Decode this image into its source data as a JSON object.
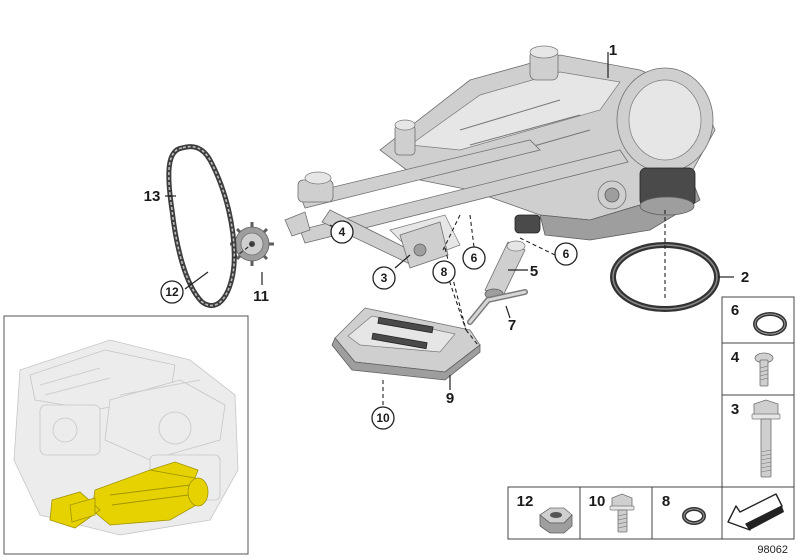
{
  "diagram": {
    "reference_number": "98062",
    "callouts": [
      {
        "id": "c1",
        "label": "1",
        "style": "plain"
      },
      {
        "id": "c2",
        "label": "2",
        "style": "plain"
      },
      {
        "id": "c3",
        "label": "3",
        "style": "circled"
      },
      {
        "id": "c4",
        "label": "4",
        "style": "circled"
      },
      {
        "id": "c5",
        "label": "5",
        "style": "plain"
      },
      {
        "id": "c6a",
        "label": "6",
        "style": "circled"
      },
      {
        "id": "c6b",
        "label": "6",
        "style": "circled"
      },
      {
        "id": "c7",
        "label": "7",
        "style": "plain"
      },
      {
        "id": "c8",
        "label": "8",
        "style": "circled"
      },
      {
        "id": "c9",
        "label": "9",
        "style": "plain"
      },
      {
        "id": "c10",
        "label": "10",
        "style": "circled"
      },
      {
        "id": "c11",
        "label": "11",
        "style": "plain"
      },
      {
        "id": "c12",
        "label": "12",
        "style": "circled"
      },
      {
        "id": "c13",
        "label": "13",
        "style": "plain"
      }
    ],
    "side_panels": [
      {
        "id": "p6",
        "label": "6",
        "part": "o-ring"
      },
      {
        "id": "p4",
        "label": "4",
        "part": "short-bolt"
      },
      {
        "id": "p3",
        "label": "3",
        "part": "long-bolt"
      }
    ],
    "bottom_panels": [
      {
        "id": "b12",
        "label": "12",
        "part": "hex-nut"
      },
      {
        "id": "b10",
        "label": "10",
        "part": "flange-bolt"
      },
      {
        "id": "b8",
        "label": "8",
        "part": "small-o-ring"
      },
      {
        "id": "b0",
        "label": "",
        "part": "direction-arrow"
      }
    ],
    "colors": {
      "highlight": "#e6d200",
      "metal": "#cfcfcf",
      "line": "#222222",
      "engine_ghost": "#ececec"
    }
  }
}
